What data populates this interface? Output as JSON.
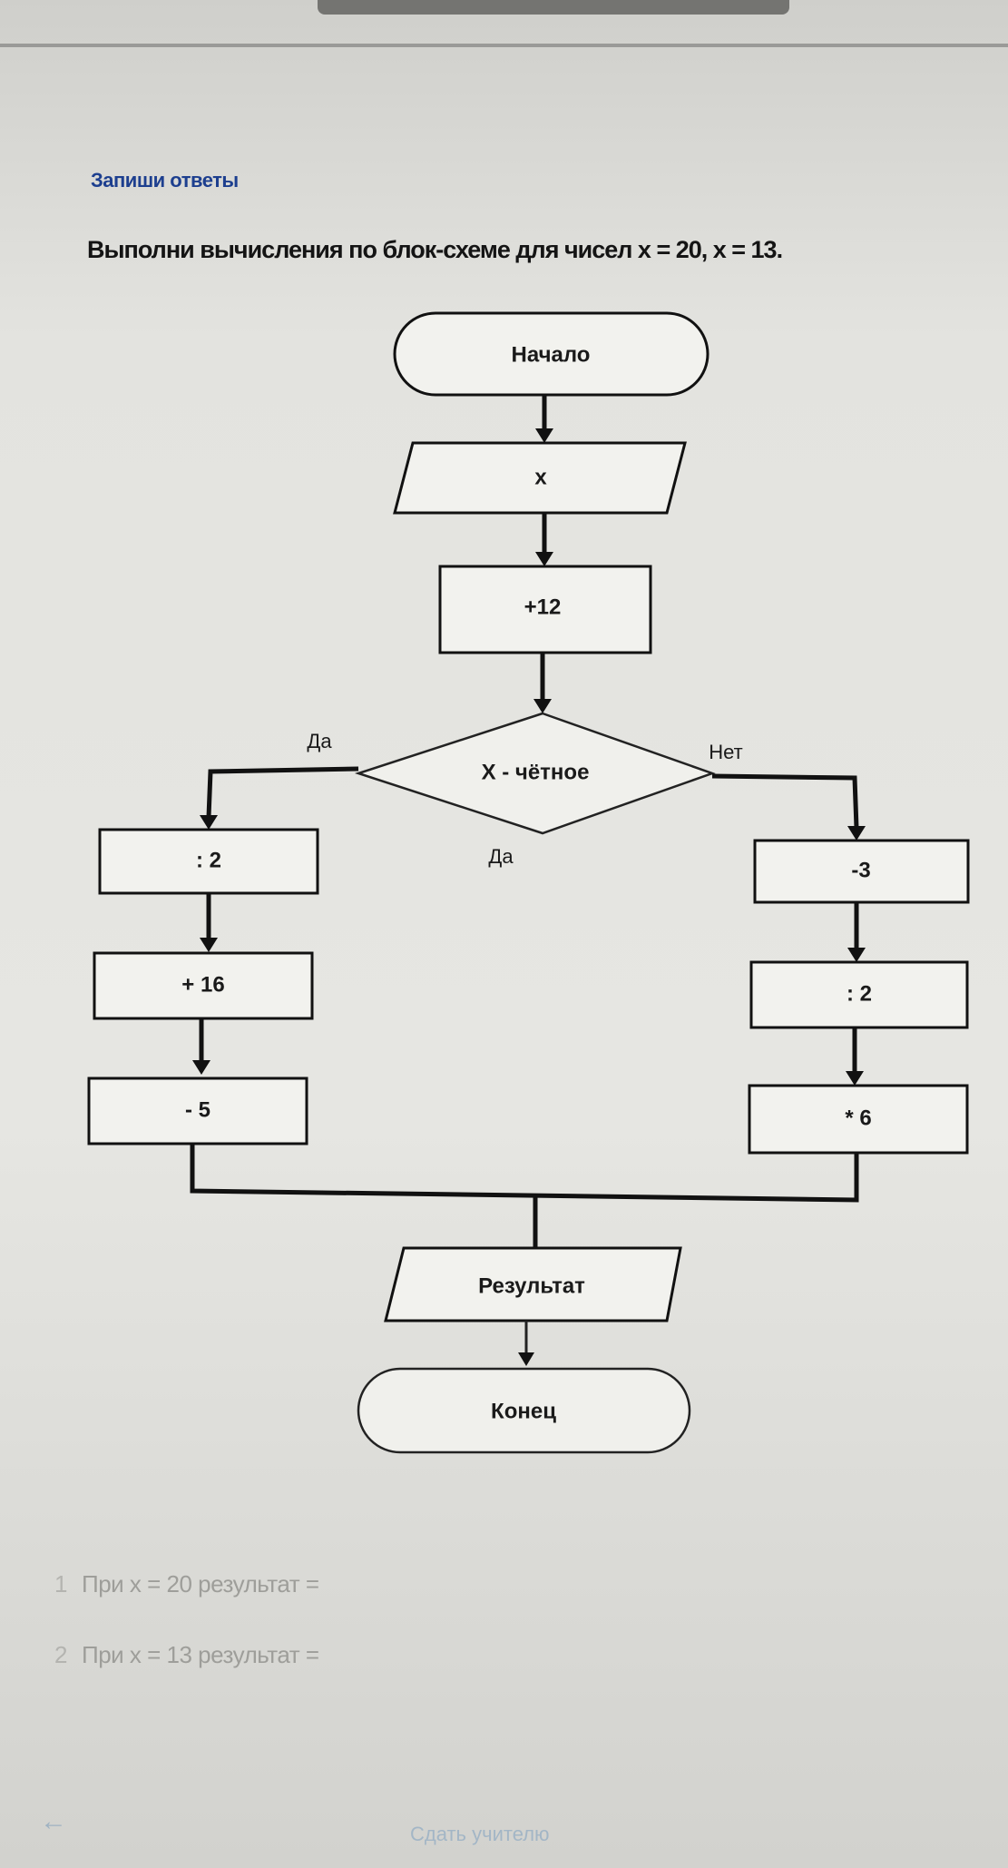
{
  "header": {
    "section_title": "Запиши ответы",
    "task": "Выполни вычисления по блок-схеме для чисел x = 20, x = 13."
  },
  "flowchart": {
    "start": "Начало",
    "input": "x",
    "step_add": "+12",
    "condition": "X - чётное",
    "branch_yes_left": "Да",
    "branch_no": "Нет",
    "branch_yes_below": "Да",
    "left_steps": [
      ": 2",
      "+ 16",
      "- 5"
    ],
    "right_steps": [
      "-3",
      ": 2",
      "* 6"
    ],
    "output": "Результат",
    "end": "Конец"
  },
  "answers": [
    {
      "number": "1",
      "text": "При x = 20 результат ="
    },
    {
      "number": "2",
      "text": "При x = 13 результат ="
    }
  ],
  "footer": {
    "back_icon": "arrow-left-icon",
    "back_glyph": "←",
    "send_label": "Сдать учителю"
  },
  "colors": {
    "section_title": "#1d3f8f",
    "faded_text": "#9e9e9a",
    "link": "#a3b6c6"
  }
}
